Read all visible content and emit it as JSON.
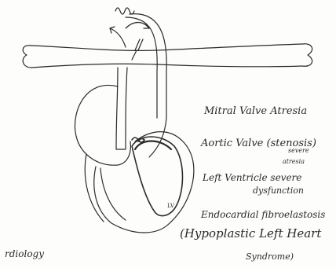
{
  "labels": {
    "mitral": "Mitral Valve Atresia",
    "aortic": "Aortic Valve (stenosis)",
    "aortic_severe": "severe",
    "aortic_atresia": "atresia",
    "lv_dysfunction_1": "Left Ventricle severe",
    "lv_dysfunction_2": "dysfunction",
    "endocardial": "Endocardial fibroelastosis",
    "syndrome_1": "(Hypoplastic Left Heart",
    "syndrome_2": "Syndrome)",
    "source": "rdiology",
    "lv_tag": "LV"
  },
  "colors": {
    "ink": "#2a2a2a",
    "paper": "#fdfdfb"
  }
}
